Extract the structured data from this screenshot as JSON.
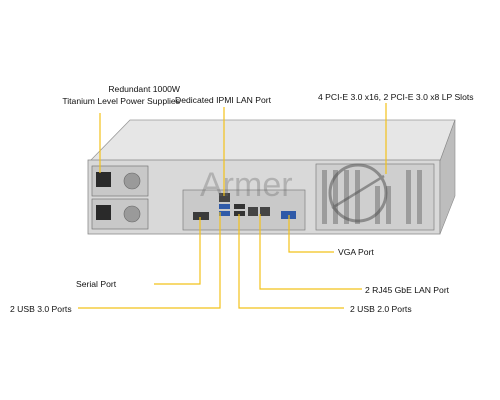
{
  "labels": {
    "power_line1": "Redundant  1000W",
    "power_line2": "Titanium  Level Power Supplies",
    "ipmi": "Dedicated IPMI  LAN Port",
    "pcie": "4 PCI-E 3.0 x16, 2 PCI-E 3.0 x8 LP Slots",
    "vga": "VGA Port",
    "serial": "Serial Port",
    "rj45": "2 RJ45 GbE LAN Port",
    "usb3": "2 USB 3.0 Ports",
    "usb2": "2 USB 2.0 Ports"
  },
  "watermark": "Armer",
  "colors": {
    "leader": "#f2c21b",
    "chassis": "#d9d9d9",
    "chassis_dark": "#a9a9a9",
    "port_blue": "#2f5aa8"
  }
}
